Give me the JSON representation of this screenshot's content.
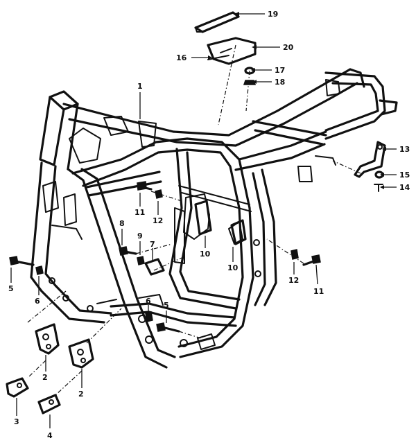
{
  "callouts": [
    {
      "id": "c1",
      "label": "1"
    },
    {
      "id": "c2a",
      "label": "2"
    },
    {
      "id": "c2b",
      "label": "2"
    },
    {
      "id": "c3",
      "label": "3"
    },
    {
      "id": "c4",
      "label": "4"
    },
    {
      "id": "c5a",
      "label": "5"
    },
    {
      "id": "c5b",
      "label": "5"
    },
    {
      "id": "c6a",
      "label": "6"
    },
    {
      "id": "c6b",
      "label": "6"
    },
    {
      "id": "c7",
      "label": "7"
    },
    {
      "id": "c8",
      "label": "8"
    },
    {
      "id": "c9",
      "label": "9"
    },
    {
      "id": "c10a",
      "label": "10"
    },
    {
      "id": "c10b",
      "label": "10"
    },
    {
      "id": "c11a",
      "label": "11"
    },
    {
      "id": "c11b",
      "label": "11"
    },
    {
      "id": "c12a",
      "label": "12"
    },
    {
      "id": "c12b",
      "label": "12"
    },
    {
      "id": "c13",
      "label": "13"
    },
    {
      "id": "c14",
      "label": "14"
    },
    {
      "id": "c15",
      "label": "15"
    },
    {
      "id": "c16",
      "label": "16"
    },
    {
      "id": "c17",
      "label": "17"
    },
    {
      "id": "c18",
      "label": "18"
    },
    {
      "id": "c19",
      "label": "19"
    },
    {
      "id": "c20",
      "label": "20"
    }
  ]
}
